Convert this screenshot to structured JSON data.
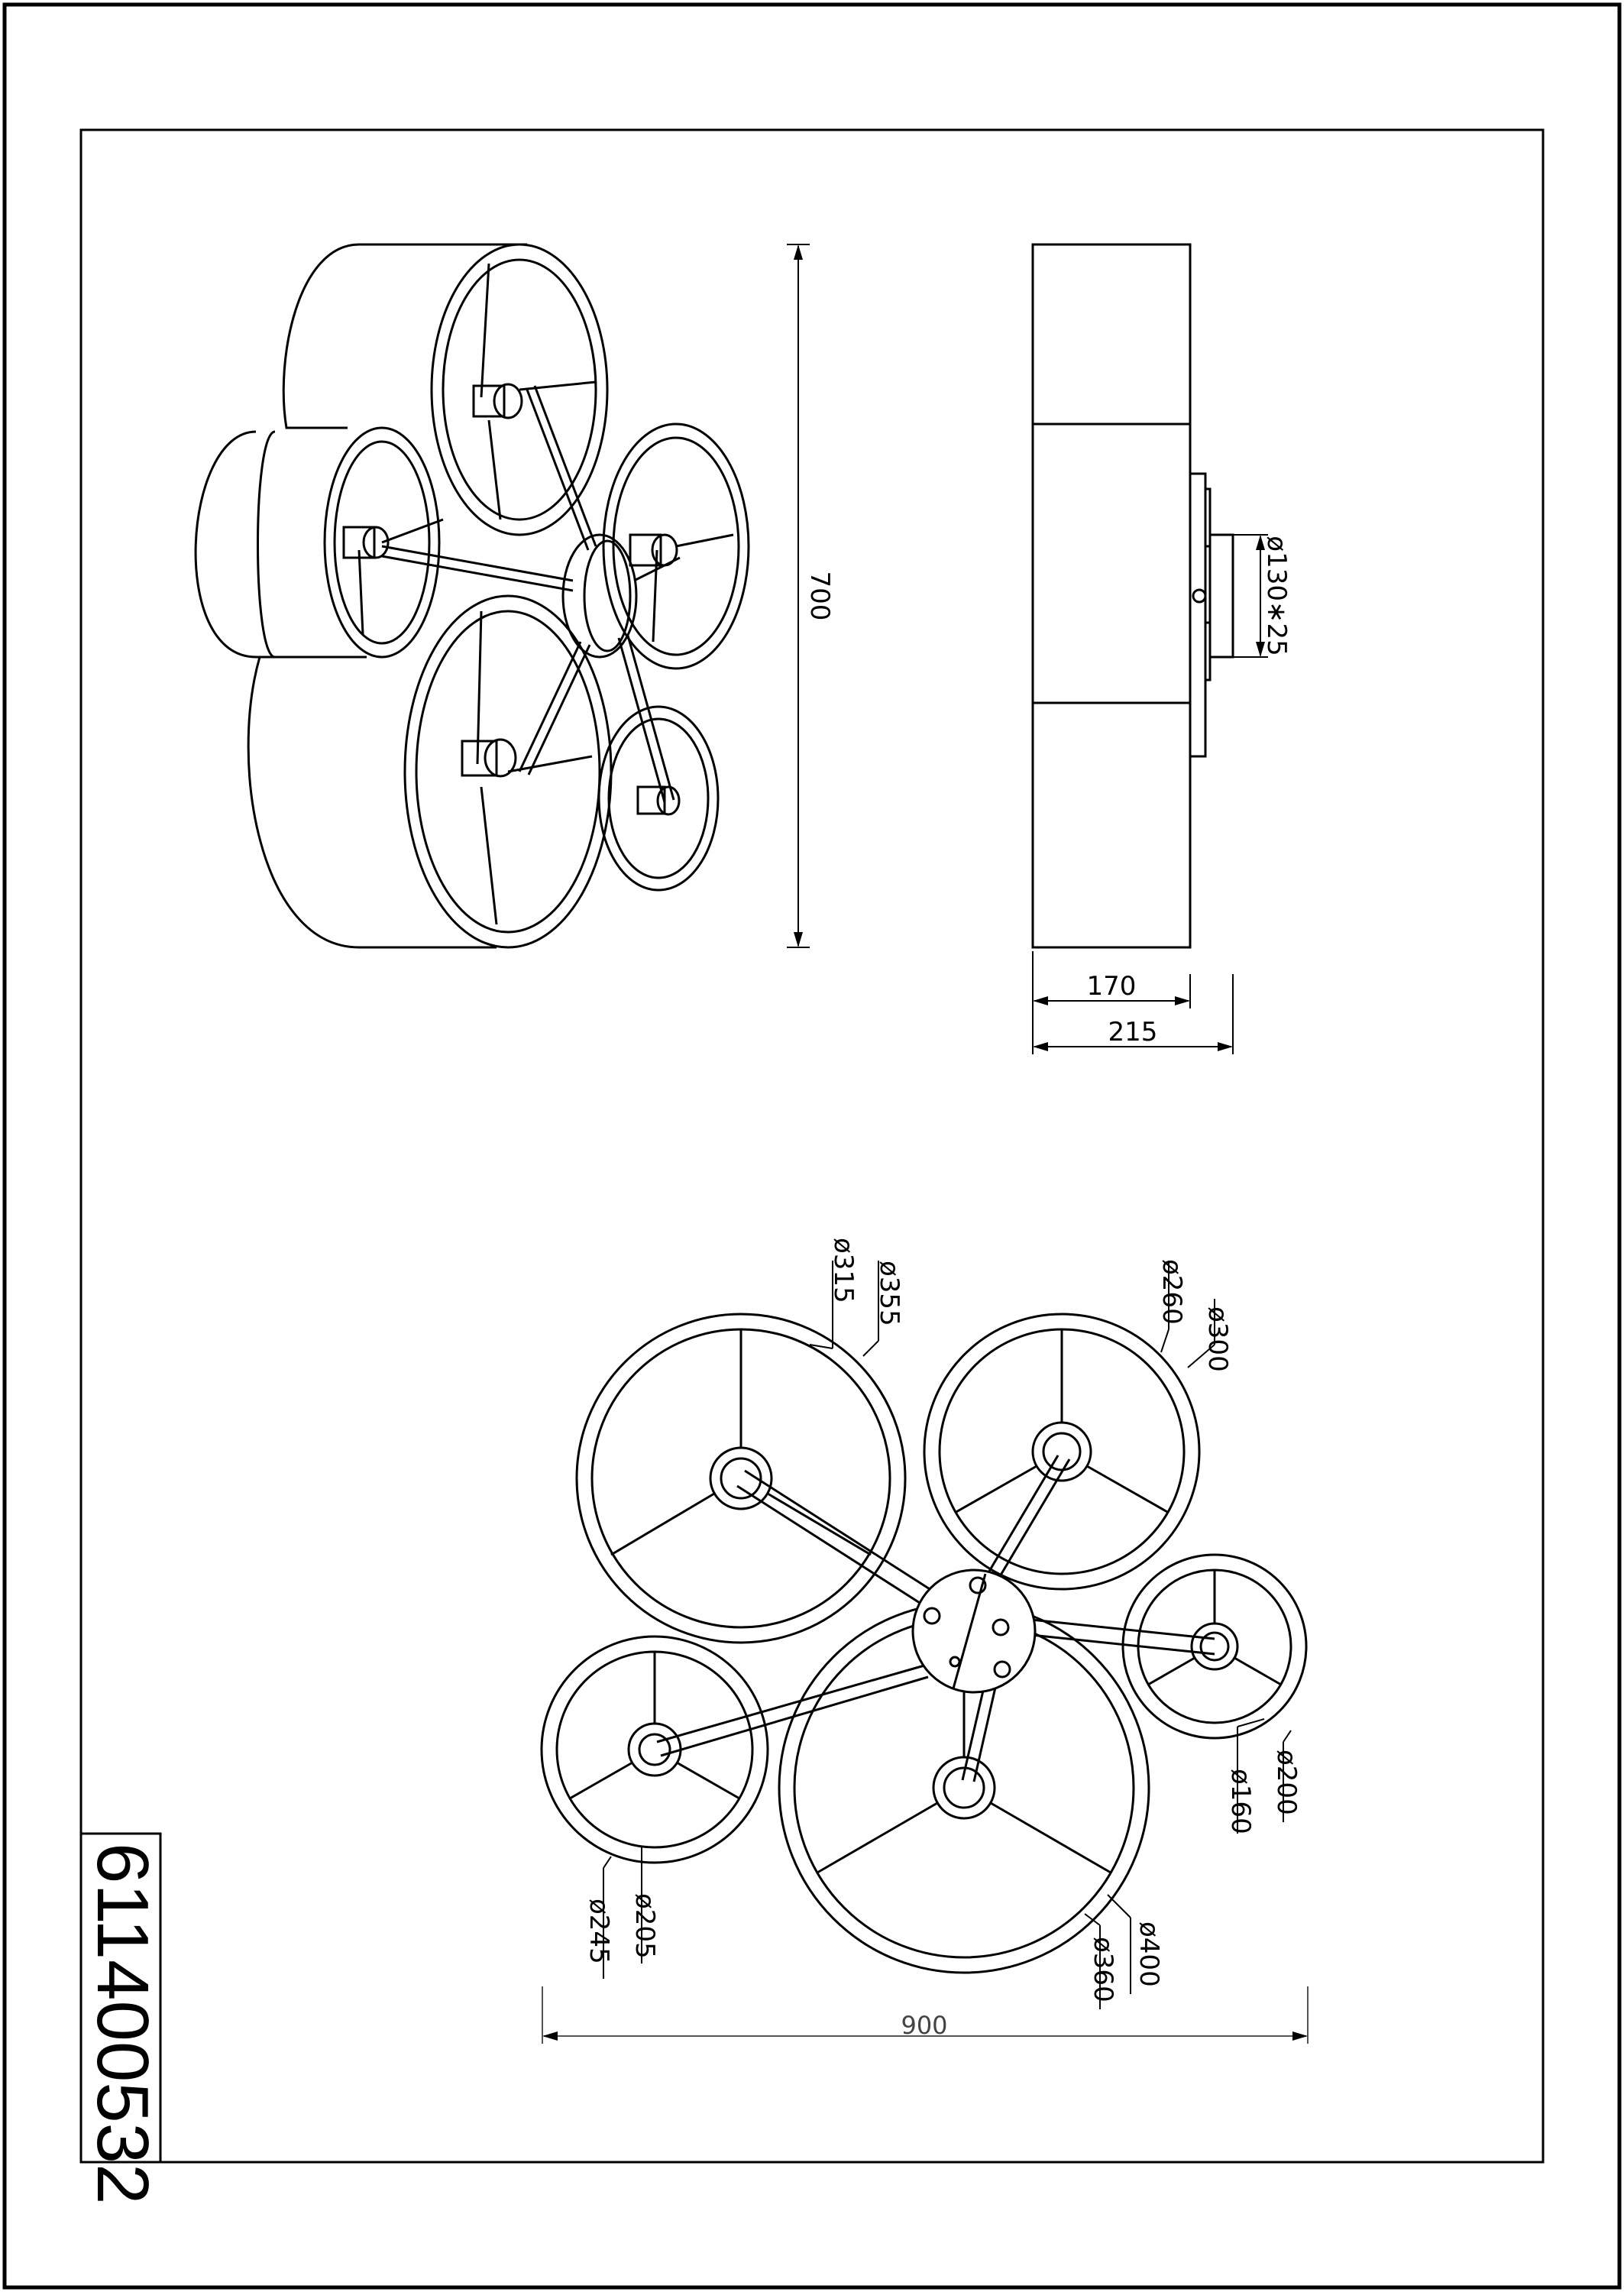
{
  "drawing": {
    "part_number": "611400532",
    "views": {
      "side": {
        "height_label": "700"
      },
      "front": {
        "base_label": "ø130∗25",
        "depth_inner_label": "170",
        "depth_outer_label": "215"
      },
      "top": {
        "shades": [
          {
            "id": "upper-left",
            "inner_label": "ø315",
            "outer_label": "ø355"
          },
          {
            "id": "upper-right",
            "inner_label": "ø260",
            "outer_label": "ø300"
          },
          {
            "id": "small-right",
            "inner_label": "ø160",
            "outer_label": "ø200"
          },
          {
            "id": "lower-left",
            "inner_label": "ø205",
            "outer_label": "ø245"
          },
          {
            "id": "lower-center",
            "inner_label": "ø360",
            "outer_label": "ø400"
          }
        ],
        "width_label": "900"
      }
    }
  }
}
